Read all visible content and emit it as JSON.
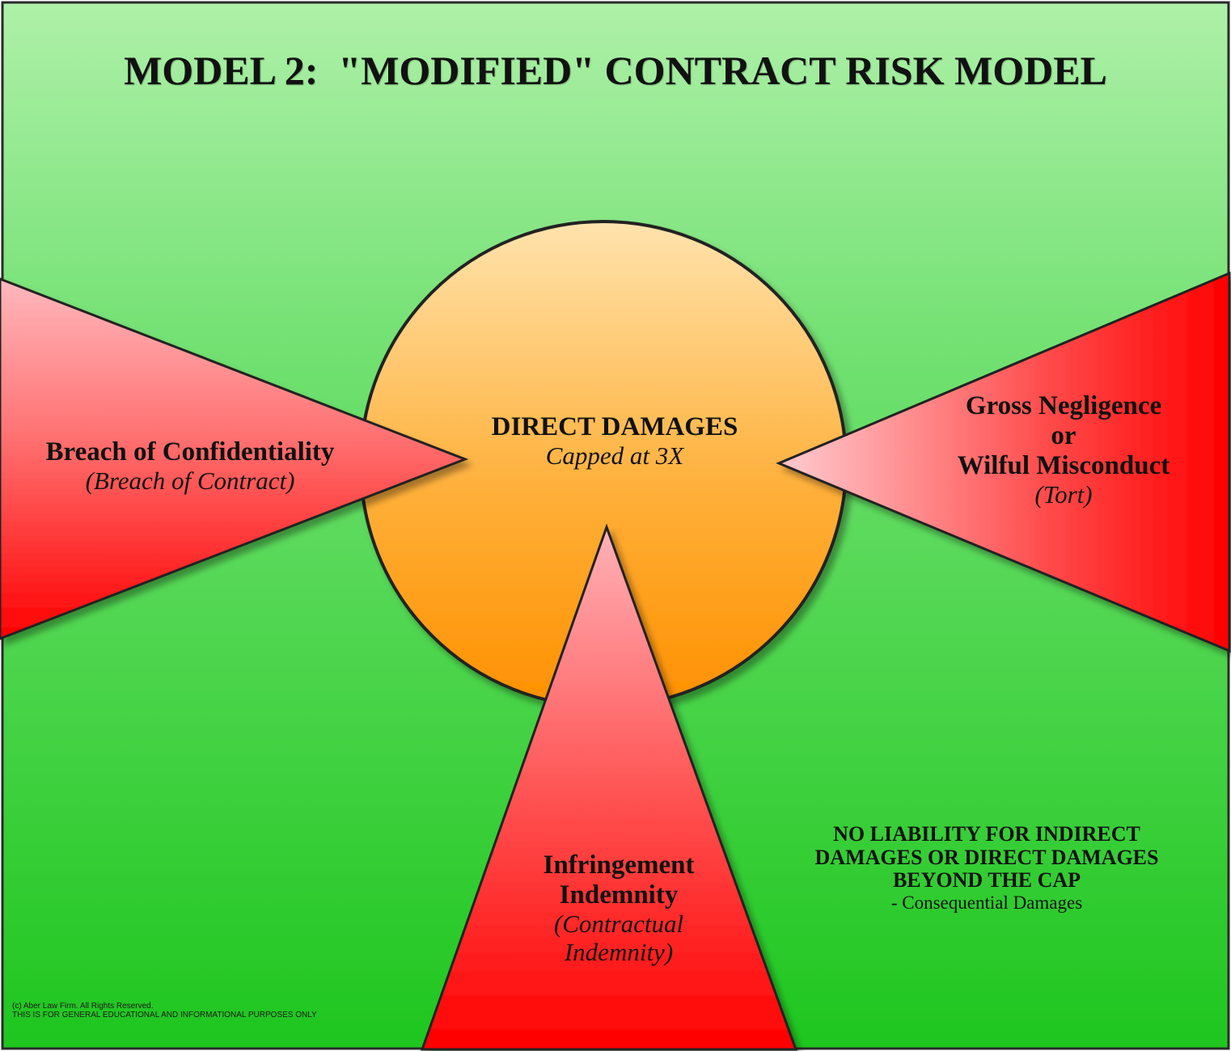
{
  "title": "MODEL 2:  \"MODIFIED\" CONTRACT RISK MODEL",
  "center": {
    "heading": "DIRECT DAMAGES",
    "subheading": "Capped at 3X"
  },
  "left_wedge": {
    "heading": "Breach of Confidentiality",
    "subheading": "(Breach of Contract)"
  },
  "right_wedge": {
    "heading_lines": [
      "Gross Negligence",
      "or",
      "Wilful Misconduct"
    ],
    "subheading": "(Tort)"
  },
  "bottom_wedge": {
    "heading_lines": [
      "Infringement",
      "Indemnity"
    ],
    "subheading_lines": [
      "(Contractual",
      "Indemnity)"
    ]
  },
  "note": {
    "heading_lines": [
      "NO LIABILITY FOR INDIRECT",
      "DAMAGES OR DIRECT DAMAGES",
      "BEYOND THE CAP"
    ],
    "detail": "- Consequential Damages"
  },
  "footer": {
    "copyright": "(c) Aber Law Firm. All Rights Reserved.",
    "disclaimer": "THIS IS FOR GENERAL EDUCATIONAL AND INFORMATIONAL PURPOSES ONLY"
  },
  "colors": {
    "background_top": "#aef0a8",
    "background_bottom": "#1ec61e",
    "circle_top": "#ffdfa4",
    "circle_bottom": "#ff9400",
    "wedge_light": "#ffb5b8",
    "wedge_dark": "#ff0000"
  }
}
